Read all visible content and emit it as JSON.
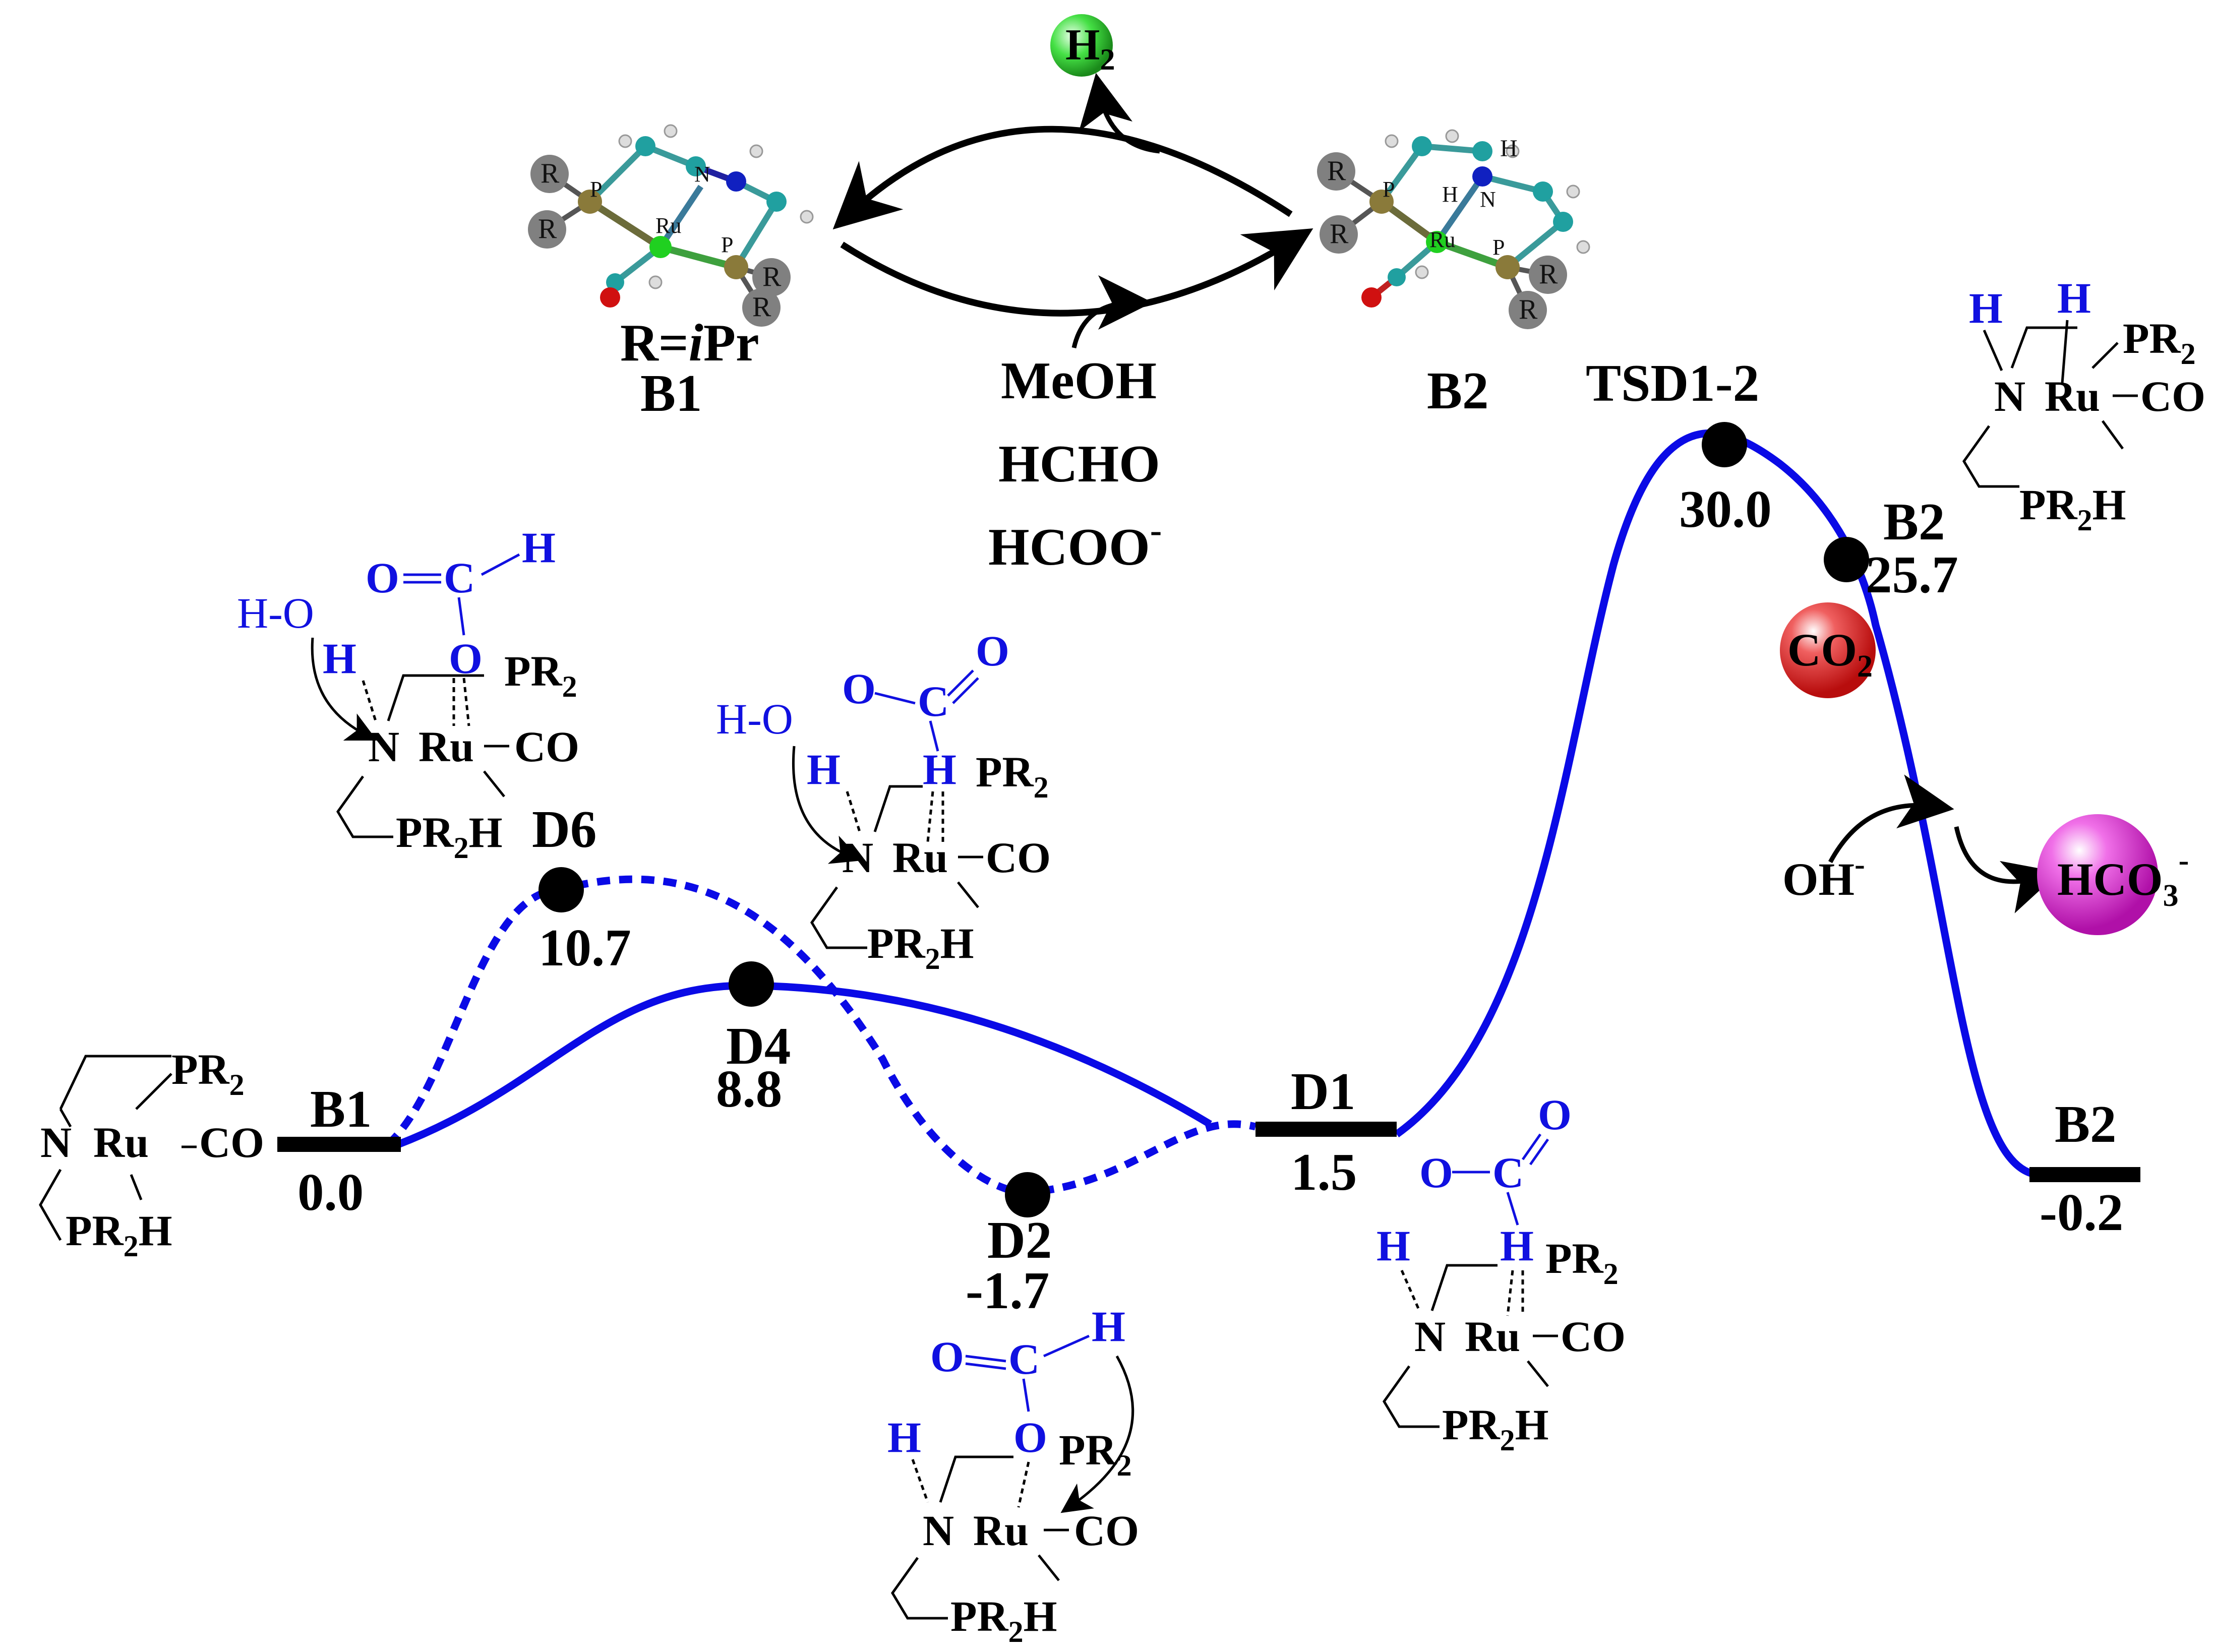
{
  "colors": {
    "path": "#0a0ae6",
    "level": "#000000",
    "highlight": "#1010e0",
    "h2_ball": "#3ddc3d",
    "co2_ball": "#e02020",
    "hco3_ball": "#e020d0"
  },
  "top_scheme": {
    "b1_substituent": "R=",
    "b1_substituent_italic": "i",
    "b1_substituent_tail": "Pr",
    "b1_label": "B1",
    "b2_label": "B2",
    "reagents": [
      "MeOH",
      "HCHO",
      "HCOO"
    ],
    "reagent_charge": "-",
    "product": "H",
    "product_sub": "2",
    "atom_R": "R",
    "atom_P": "P",
    "atom_N": "N",
    "atom_Ru": "Ru",
    "atom_H": "H"
  },
  "species": {
    "B1": {
      "name": "B1",
      "energy": "0.0"
    },
    "D4": {
      "name": "D4",
      "energy": "8.8"
    },
    "D6": {
      "name": "D6",
      "energy": "10.7"
    },
    "D2": {
      "name": "D2",
      "energy": "-1.7"
    },
    "D1": {
      "name": "D1",
      "energy": "1.5"
    },
    "TSD1_2": {
      "name": "TSD1-2",
      "energy": "30.0"
    },
    "B2_mid": {
      "name": "B2",
      "energy": "25.7"
    },
    "B2_end": {
      "name": "B2",
      "energy": "-0.2"
    }
  },
  "side_species": {
    "co2": "CO",
    "co2_sub": "2",
    "oh": "OH",
    "oh_charge": "-",
    "hco3": "HCO",
    "hco3_sub": "3",
    "hco3_charge": "-"
  },
  "atoms": {
    "N": "N",
    "Ru": "Ru",
    "CO": "CO",
    "PR": "PR",
    "sub2": "2",
    "H": "H",
    "O": "O",
    "C": "C",
    "HO": "H-O"
  }
}
